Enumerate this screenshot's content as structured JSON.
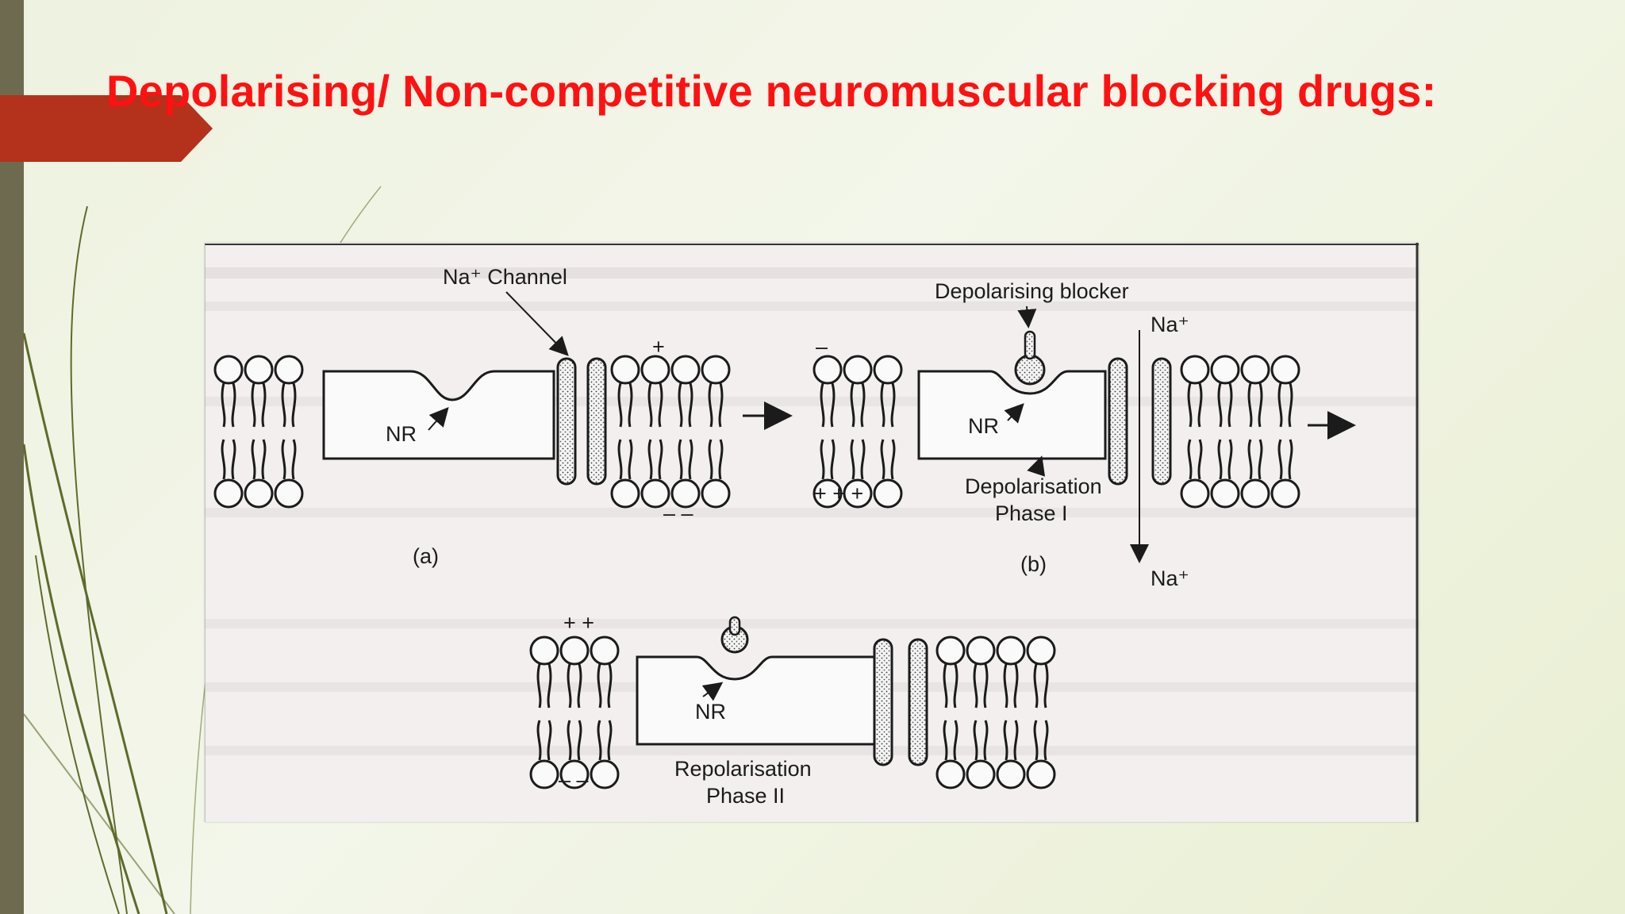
{
  "slide": {
    "title": "Depolarising/ Non-competitive neuromuscular blocking drugs:",
    "colors": {
      "title": "#ff1111",
      "ribbon": "#b4311c",
      "left_bar": "#6e6a4f",
      "accent_lines": "#5c6b2a"
    }
  },
  "diagram": {
    "labels": {
      "na_channel": "Na⁺ Channel",
      "depolarising_blocker": "Depolarising blocker",
      "na_top": "Na⁺",
      "na_bottom": "Na⁺",
      "nr_a": "NR",
      "nr_b": "NR",
      "nr_c": "NR",
      "panel_a": "(a)",
      "panel_b": "(b)",
      "depolarisation_line1": "Depolarisation",
      "depolarisation_line2": "Phase I",
      "repolarisation_line1": "Repolarisation",
      "repolarisation_line2": "Phase II"
    },
    "charges": {
      "plus": "+",
      "minus": "–",
      "plus_3": "+ + +",
      "plus_2": "+ +",
      "minus_2": "– –"
    }
  }
}
